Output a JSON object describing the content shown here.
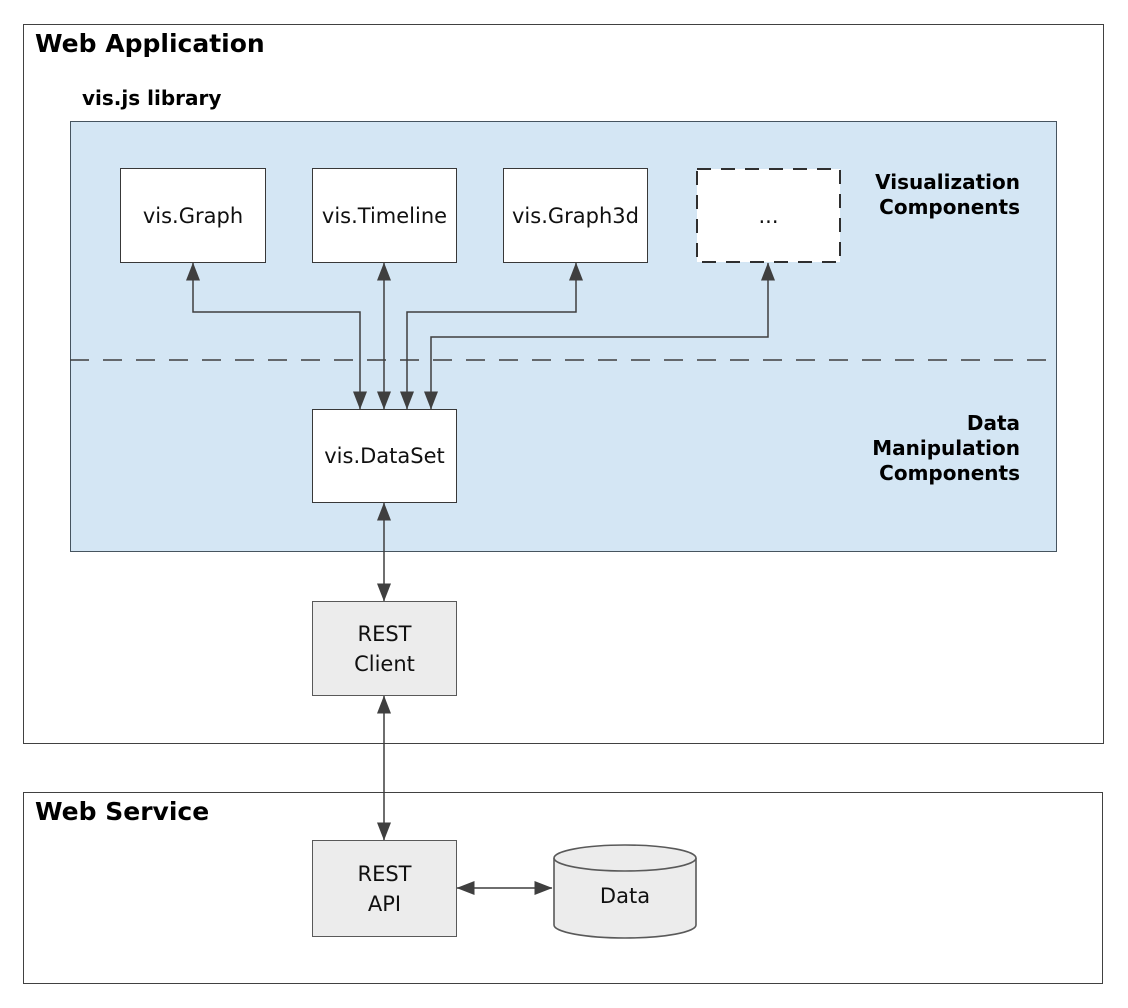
{
  "web_application": {
    "title": "Web Application"
  },
  "library": {
    "label": "vis.js library",
    "section_visualization": [
      "Visualization",
      "Components"
    ],
    "section_data_manipulation": [
      "Data",
      "Manipulation",
      "Components"
    ],
    "components": [
      {
        "label": "vis.Graph"
      },
      {
        "label": "vis.Timeline"
      },
      {
        "label": "vis.Graph3d"
      },
      {
        "label": "..."
      }
    ],
    "dataset": {
      "label": "vis.DataSet"
    }
  },
  "rest_client": {
    "label_lines": [
      "REST",
      "Client"
    ]
  },
  "web_service": {
    "title": "Web Service",
    "rest_api": {
      "label_lines": [
        "REST",
        "API"
      ]
    },
    "data_store": {
      "label": "Data"
    }
  },
  "colors": {
    "library_fill": "#d4e6f4",
    "component_fill": "#ffffff",
    "service_fill": "#ececec",
    "line": "#3f3f3f"
  }
}
